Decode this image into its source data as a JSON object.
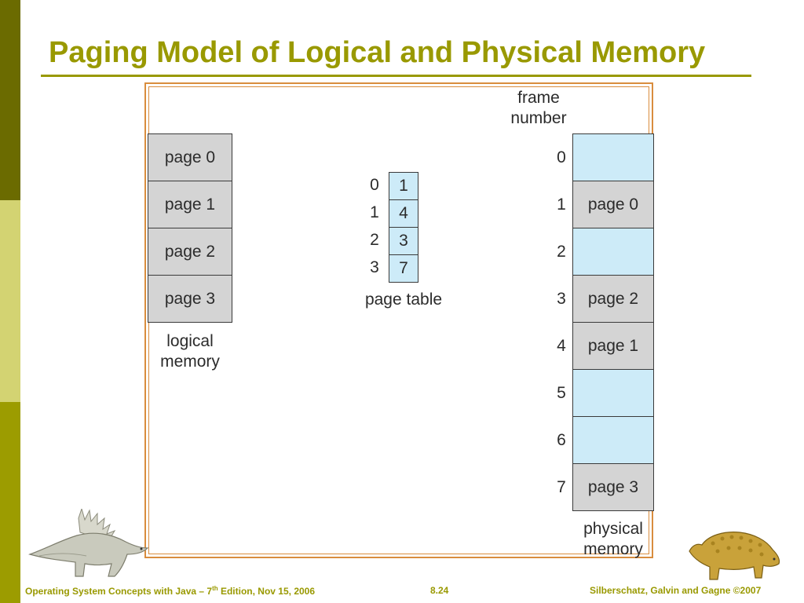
{
  "title": "Paging Model of Logical and Physical Memory",
  "figure": {
    "logical_memory": {
      "pages": [
        "page 0",
        "page 1",
        "page 2",
        "page 3"
      ],
      "label_line1": "logical",
      "label_line2": "memory"
    },
    "page_table": {
      "indices": [
        "0",
        "1",
        "2",
        "3"
      ],
      "frames": [
        "1",
        "4",
        "3",
        "7"
      ],
      "label": "page table"
    },
    "physical_memory": {
      "header_line1": "frame",
      "header_line2": "number",
      "frame_numbers": [
        "0",
        "1",
        "2",
        "3",
        "4",
        "5",
        "6",
        "7"
      ],
      "frames": [
        "",
        "page 0",
        "",
        "page 2",
        "page 1",
        "",
        "",
        "page 3"
      ],
      "label_line1": "physical",
      "label_line2": "memory"
    },
    "colors": {
      "page_fill": "#d4d4d4",
      "frame_empty_fill": "#cdebf8",
      "figure_border": "#d98d3e",
      "title_color": "#999900"
    }
  },
  "footer": {
    "left_prefix": "Operating System Concepts with Java – 7",
    "left_sup": "th",
    "left_suffix": " Edition, Nov 15, 2006",
    "center": "8.24",
    "right": "Silberschatz, Galvin and Gagne ©2007"
  },
  "images": {
    "left_dino": "stegosaurus-illustration",
    "right_dino": "ankylosaurus-illustration"
  }
}
